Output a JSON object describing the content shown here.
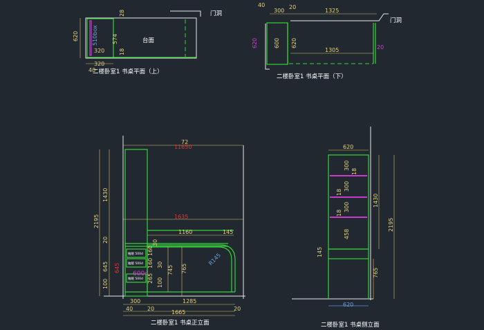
{
  "plan_top": {
    "title": "二楼卧室1 书桌平面（上）",
    "door_label": "门洞",
    "desk_label": "台面",
    "box_label": "510box",
    "dims": {
      "d620": "620",
      "d28": "28",
      "d574": "574",
      "d18": "18",
      "d320a": "320",
      "d320b": "320",
      "d40": "40"
    }
  },
  "plan_bottom": {
    "title": "二楼卧室1 书桌平面（下）",
    "door_label": "门洞",
    "dims": {
      "d40": "40",
      "d300": "300",
      "d20a": "20",
      "d1325": "1325",
      "d600": "600",
      "d620y": "620",
      "d620m": "620",
      "d1305": "1305",
      "d20b": "20"
    }
  },
  "front": {
    "title": "二楼卧室1 书桌正立面",
    "dims": {
      "d2195": "2195",
      "d1430": "1430",
      "d20": "20",
      "d645": "645",
      "d100": "100",
      "d745": "745",
      "d1160": "1160",
      "d145": "145",
      "d30a": "30",
      "d160a": "160",
      "d160b": "160",
      "d30b": "30",
      "d265": "265",
      "d100b": "100",
      "d765": "765",
      "d300": "300",
      "d1285": "1285",
      "d40": "40",
      "d20b": "20",
      "d1665": "1665",
      "d20c": "20"
    },
    "red": {
      "r1": "11650",
      "r2": "1635",
      "r3": "645"
    },
    "yellow_top": "72",
    "radius": "R145",
    "drawer_label": "抽屉 500d",
    "drawer_note": "600d"
  },
  "side": {
    "title": "二楼卧室1 书桌侧立面",
    "dims": {
      "d620": "620",
      "d300a": "300",
      "d18a": "18",
      "d18b": "18",
      "d300b": "300",
      "d18c": "18",
      "d300c": "300",
      "d458": "458",
      "d1430": "1430",
      "d2195": "2195",
      "d145": "145",
      "d765": "765"
    },
    "bottom_blue": "620"
  }
}
